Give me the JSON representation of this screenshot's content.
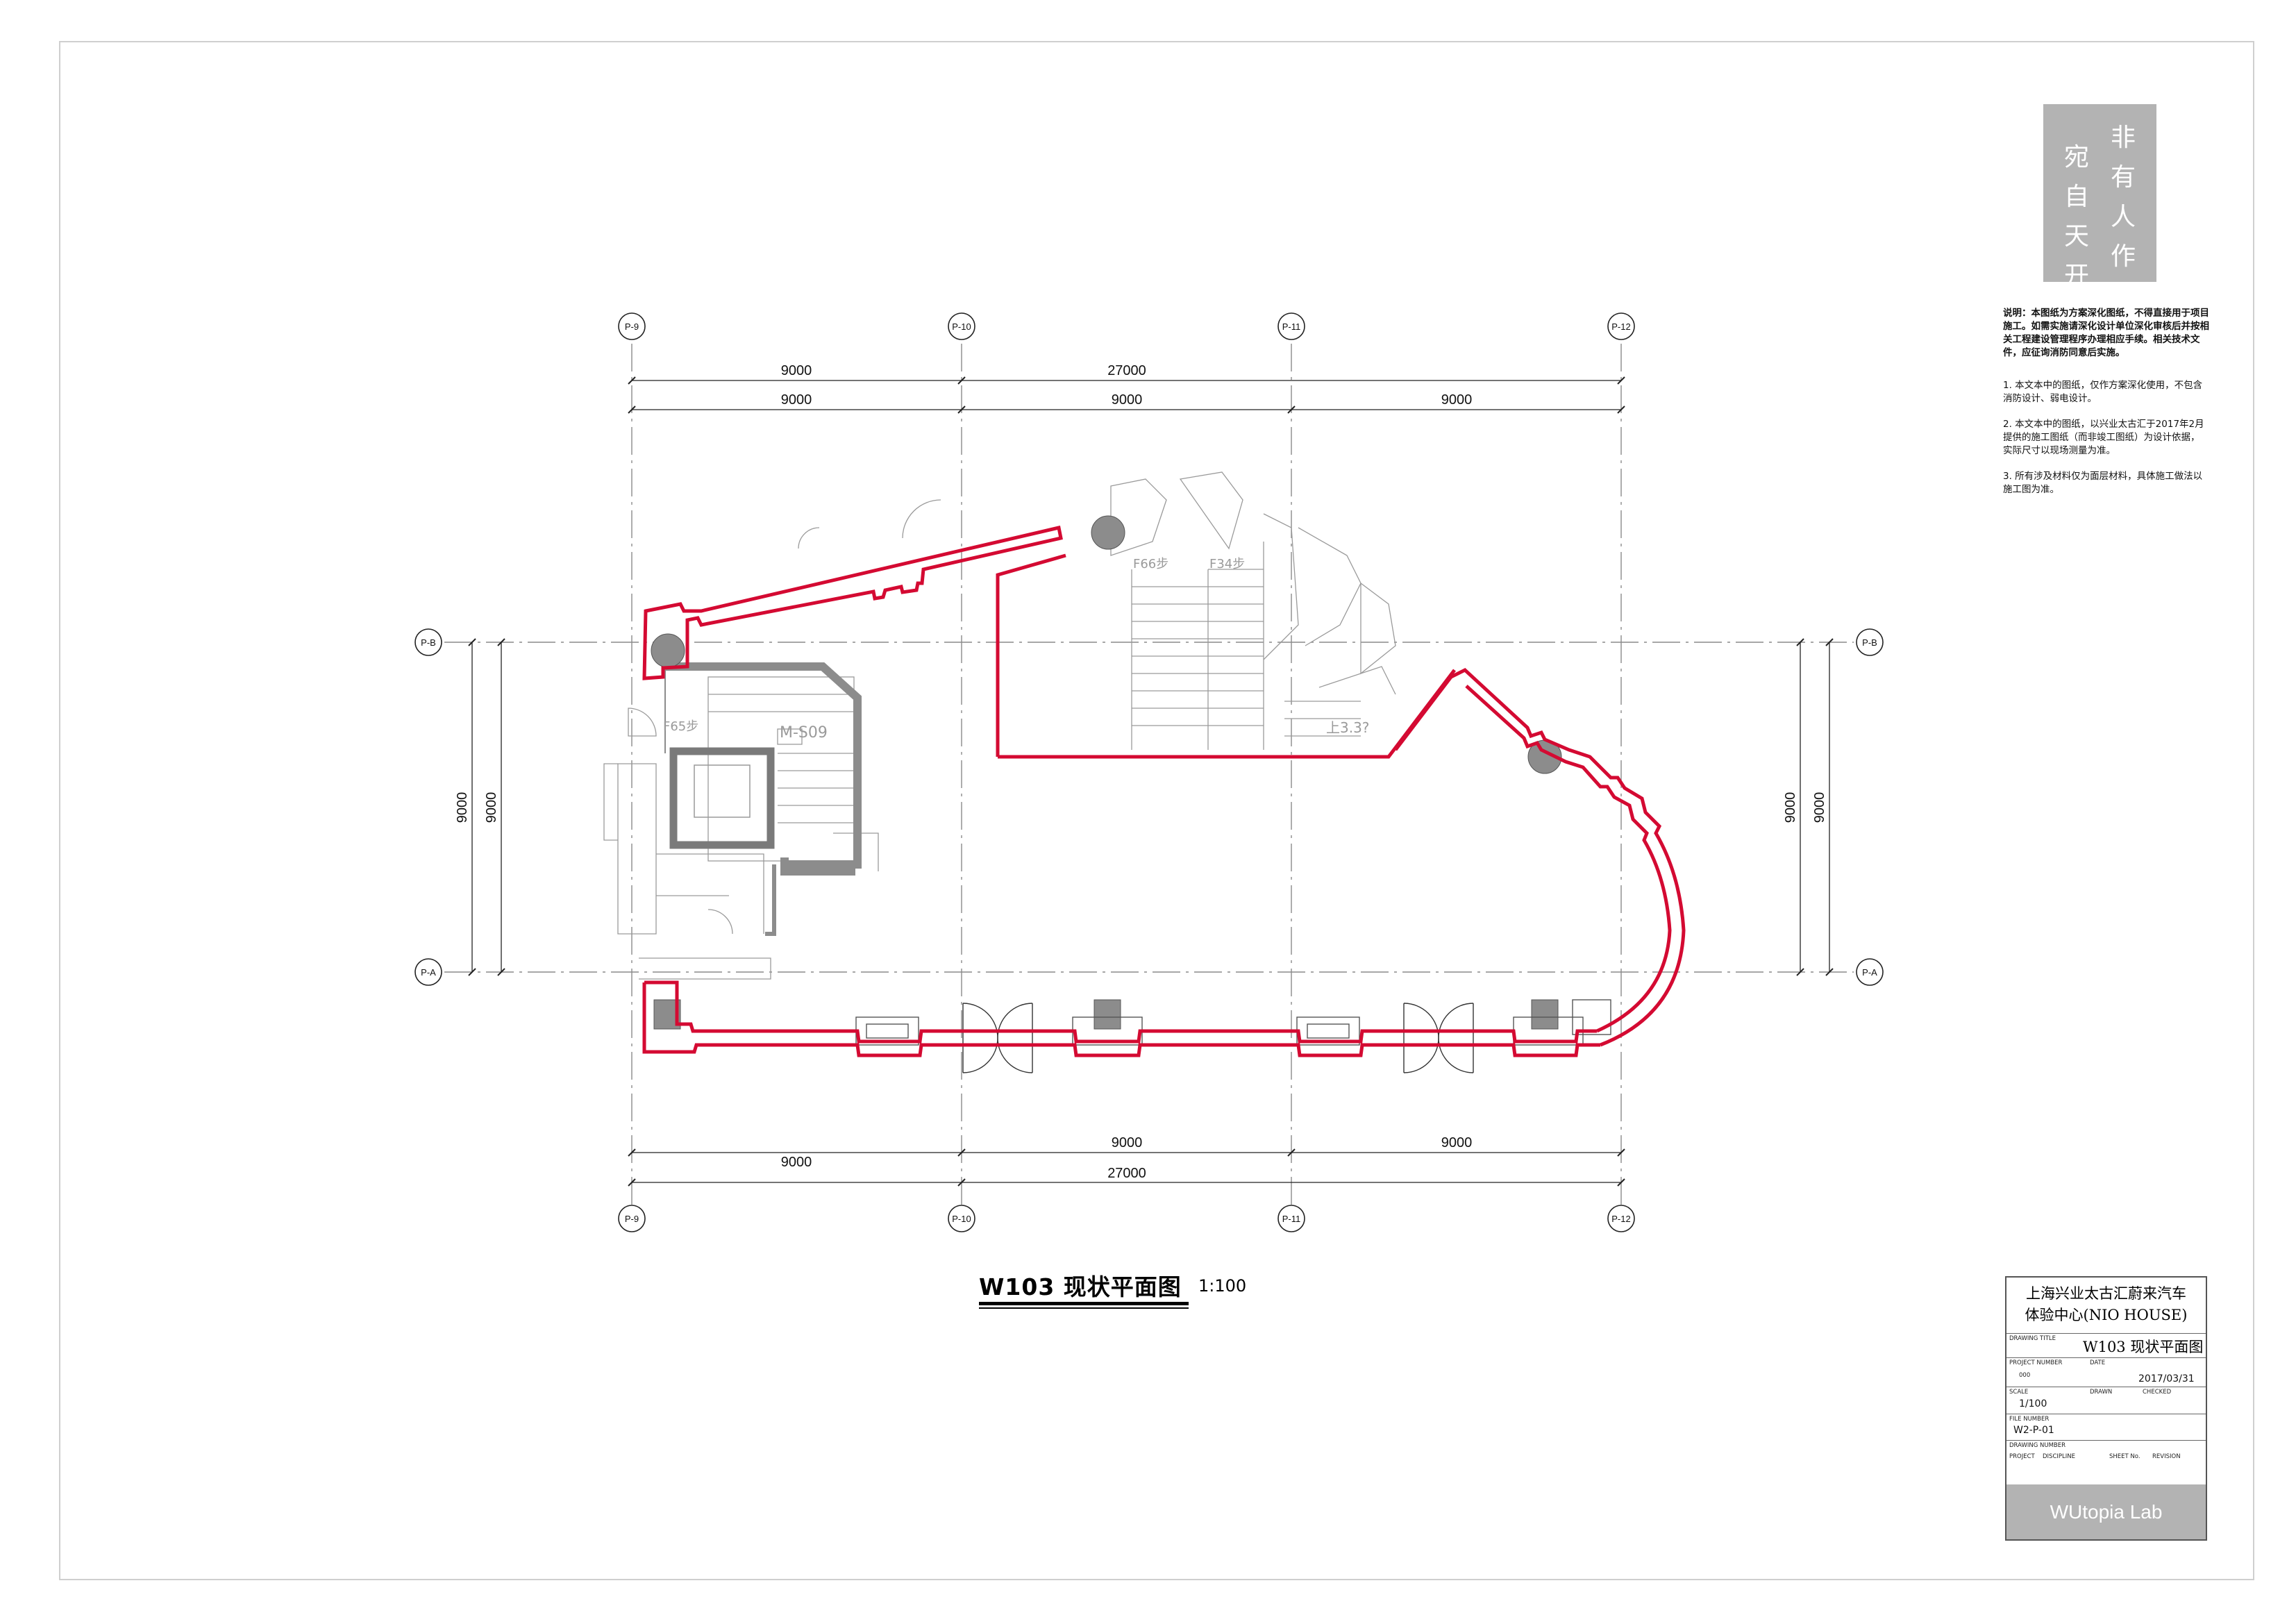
{
  "logo": {
    "col_right": [
      "非",
      "有",
      "人",
      "作"
    ],
    "col_left": [
      "宛",
      "自",
      "天",
      "开"
    ]
  },
  "notes": {
    "lead": "说明：本图纸为方案深化图纸，不得直接用于项目施工。如需实施请深化设计单位深化审核后并按相关工程建设管理程序办理相应手续。相关技术文件，应征询消防同意后实施。",
    "items": [
      "1. 本文本中的图纸，仅作方案深化使用，不包含消防设计、弱电设计。",
      "2. 本文本中的图纸，以兴业太古汇于2017年2月提供的施工图纸（而非竣工图纸）为设计依据， 实际尺寸以现场测量为准。",
      "3. 所有涉及材料仅为面层材料，具体施工做法以施工图为准。"
    ]
  },
  "grid": {
    "columns": [
      "P-9",
      "P-10",
      "P-11",
      "P-12"
    ],
    "rows": [
      "P-B",
      "P-A"
    ]
  },
  "dimensions": {
    "top_outer": [
      "9000",
      "27000"
    ],
    "top_inner": [
      "9000",
      "9000",
      "9000"
    ],
    "bottom_inner": [
      "9000",
      "9000"
    ],
    "bottom_outer": [
      "9000",
      "27000"
    ],
    "left": [
      "9000",
      "9000"
    ],
    "right": [
      "9000",
      "9000"
    ]
  },
  "plan_labels": {
    "door_code": "M-S09",
    "stair_left": "F65步",
    "stair_mid": "F66步",
    "stair_right": "F34步",
    "level": "上3.3?"
  },
  "drawing_title": {
    "name": "W103 现状平面图",
    "scale": "1:100"
  },
  "title_block": {
    "project_line1": "上海兴业太古汇蔚来汽车",
    "project_line2": "体验中心(NIO HOUSE)",
    "drawing_title_label": "DRAWING TITLE",
    "drawing_title": "W103 现状平面图",
    "project_number_label": "PROJECT NUMBER",
    "project_number": "000",
    "date_label": "DATE",
    "date": "2017/03/31",
    "scale_label": "SCALE",
    "scale": "1/100",
    "drawn_label": "DRAWN",
    "checked_label": "CHECKED",
    "file_number_label": "FILE NUMBER",
    "file_number": "W2-P-01",
    "drawing_number_label": "DRAWING NUMBER",
    "project_label": "PROJECT",
    "discipline_label": "DISCIPLINE",
    "sheet_label": "SHEET No.",
    "revision_label": "REVISION",
    "studio": "WUtopia Lab"
  },
  "colors": {
    "outline_red": "#d40a32",
    "wall_grey": "#8c8c8c",
    "line_grey": "#9a9a9a",
    "block_grey": "#b3b3b3"
  }
}
